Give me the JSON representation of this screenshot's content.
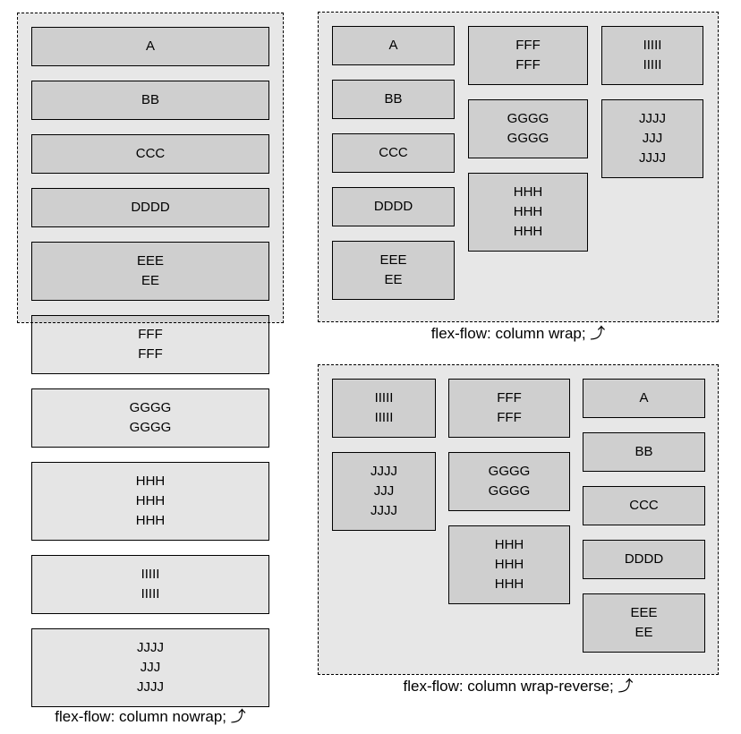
{
  "figure": {
    "title": "flex-flow column demos",
    "colors": {
      "page_bg": "#ffffff",
      "container_bg": "#e7e7e7",
      "item_bg_inside_container": "#d1d1d1",
      "item_bg_outside_container": "#e6e6e6",
      "item_bg_overlay": "rgba(0,0,0,0.10)",
      "border_color": "#000000",
      "text_color": "#000000"
    }
  },
  "panels": {
    "nowrap": {
      "caption": "flex-flow: column nowrap; ⤴",
      "items": [
        "A",
        "BB",
        "CCC",
        "DDDD",
        "EEE\nEE",
        "FFF\nFFF",
        "GGGG\nGGGG",
        "HHH\nHHH\nHHH",
        "IIIII\nIIIII",
        "JJJJ\nJJJ\nJJJJ"
      ]
    },
    "wrap": {
      "caption": "flex-flow: column wrap; ⤴",
      "columns": [
        [
          "A",
          "BB",
          "CCC",
          "DDDD",
          "EEE\nEE"
        ],
        [
          "FFF\nFFF",
          "GGGG\nGGGG",
          "HHH\nHHH\nHHH"
        ],
        [
          "IIIII\nIIIII",
          "JJJJ\nJJJ\nJJJJ"
        ]
      ]
    },
    "wrap_reverse": {
      "caption": "flex-flow: column wrap-reverse; ⤴",
      "columns": [
        [
          "IIIII\nIIIII",
          "JJJJ\nJJJ\nJJJJ"
        ],
        [
          "FFF\nFFF",
          "GGGG\nGGGG",
          "HHH\nHHH\nHHH"
        ],
        [
          "A",
          "BB",
          "CCC",
          "DDDD",
          "EEE\nEE"
        ]
      ]
    }
  }
}
